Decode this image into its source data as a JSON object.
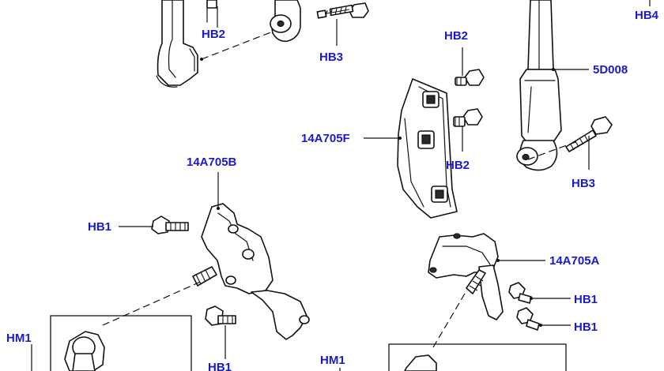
{
  "callouts": {
    "hb2_top": "HB2",
    "hb3_top": "HB3",
    "hb4": "HB4",
    "hb2_right": "HB2",
    "part_5d008": "5D008",
    "part_14a705f": "14A705F",
    "hb2_mid": "HB2",
    "hb3_right": "HB3",
    "part_14a705b": "14A705B",
    "hb1_left": "HB1",
    "part_14a705a": "14A705A",
    "hb1_right_a": "HB1",
    "hb1_right_b": "HB1",
    "hm1_left": "HM1",
    "hb1_bottom": "HB1",
    "hm1_mid": "HM1"
  },
  "colors": {
    "callout": "#1a1acc",
    "line": "#111111",
    "background": "#ffffff"
  }
}
